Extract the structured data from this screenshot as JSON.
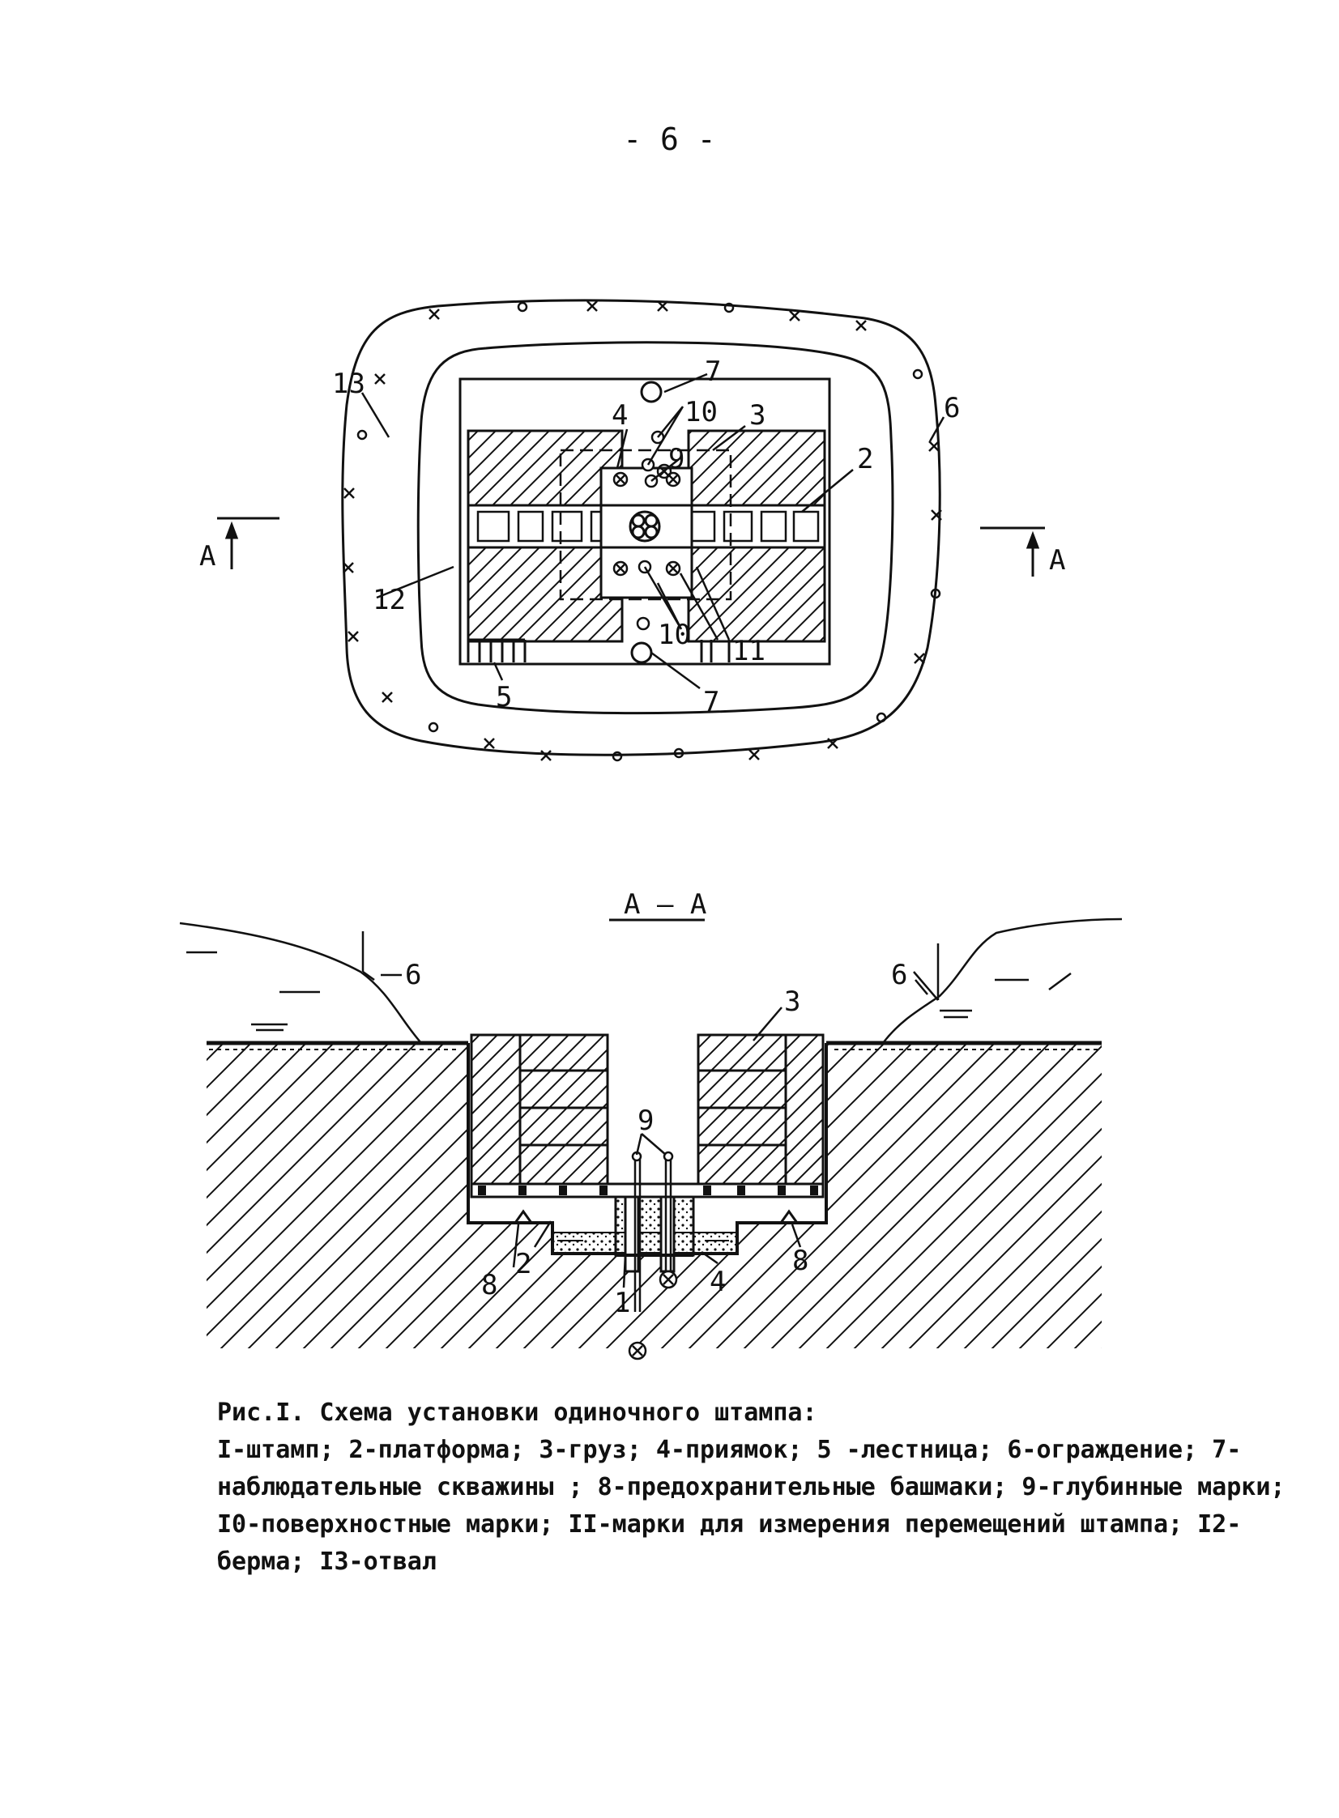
{
  "page": {
    "number": "- 6 -"
  },
  "plan_view": {
    "section_mark": "A",
    "labels": {
      "l7_top": "7",
      "l10_top": "10",
      "l4": "4",
      "l3": "3",
      "l9": "9",
      "l2": "2",
      "l13": "13",
      "l6": "6",
      "l12": "12",
      "l10_bottom": "10",
      "l11": "11",
      "l5": "5",
      "l7_bottom": "7"
    }
  },
  "section_view": {
    "title": "A – A",
    "labels": {
      "l6_left": "6",
      "l6_right": "6",
      "l3": "3",
      "l9": "9",
      "l8_left": "8",
      "l2": "2",
      "l1": "1",
      "l4": "4",
      "l8_right": "8"
    }
  },
  "caption": {
    "title": "Рис.I. Схема установки одиночного штампа:",
    "legend": "I-штамп; 2-платформа; 3-груз; 4-приямок; 5 -лестница; 6-ограждение; 7-наблюдательные скважины ; 8-предохранительные башмаки; 9-глубинные марки; I0-поверхностные марки; II-марки для измерения перемещений штампа; I2-берма; I3-отвал"
  }
}
